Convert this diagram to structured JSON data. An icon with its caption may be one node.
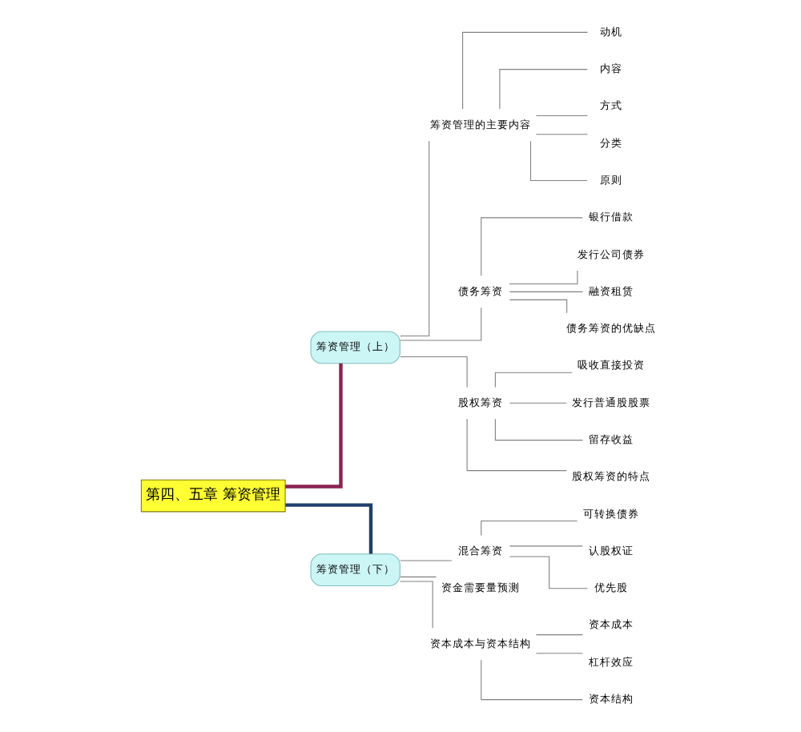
{
  "diagram": {
    "nodes": [
      {
        "text": [
          "第四、五章 筹资管理"
        ]
      },
      {
        "text": [
          "筹资管理（上）"
        ]
      },
      {
        "text": [
          "筹资管理的主要内容"
        ]
      },
      {
        "text": [
          "动机"
        ]
      },
      {
        "text": [
          "内容"
        ]
      },
      {
        "text": [
          "方式"
        ]
      },
      {
        "text": [
          "分类"
        ]
      },
      {
        "text": [
          "原则"
        ]
      },
      {
        "text": [
          "债务筹资"
        ]
      },
      {
        "text": [
          "银行借款"
        ]
      },
      {
        "text": [
          "发行公司债券"
        ]
      },
      {
        "text": [
          "融资租赁"
        ]
      },
      {
        "text": [
          "债务筹资的优缺点"
        ]
      },
      {
        "text": [
          "股权筹资"
        ]
      },
      {
        "text": [
          "吸收直接投资"
        ]
      },
      {
        "text": [
          "发行普通股股票"
        ]
      },
      {
        "text": [
          "留存收益"
        ]
      },
      {
        "text": [
          "股权筹资的特点"
        ]
      },
      {
        "text": [
          "筹资管理（下）"
        ]
      },
      {
        "text": [
          "混合筹资"
        ]
      },
      {
        "text": [
          "可转换债券"
        ]
      },
      {
        "text": [
          "认股权证"
        ]
      },
      {
        "text": [
          "优先股"
        ]
      },
      {
        "text": [
          "资金需要量预测"
        ]
      },
      {
        "text": [
          "资本成本与资本结构"
        ]
      },
      {
        "text": [
          "资本成本"
        ]
      },
      {
        "text": [
          "杠杆效应"
        ]
      },
      {
        "text": [
          "资本结构"
        ]
      }
    ],
    "edges": [
      {
        "from": 0,
        "to": 1,
        "arrow": "none",
        "style": "thick",
        "color": "#8b2252"
      },
      {
        "from": 1,
        "to": 2,
        "arrow": "none"
      },
      {
        "from": 2,
        "to": 3,
        "arrow": "none"
      },
      {
        "from": 2,
        "to": 4,
        "arrow": "none"
      },
      {
        "from": 2,
        "to": 5,
        "arrow": "none"
      },
      {
        "from": 2,
        "to": 6,
        "arrow": "none"
      },
      {
        "from": 2,
        "to": 7,
        "arrow": "none"
      },
      {
        "from": 1,
        "to": 8,
        "arrow": "none"
      },
      {
        "from": 8,
        "to": 9,
        "arrow": "none"
      },
      {
        "from": 8,
        "to": 10,
        "arrow": "none"
      },
      {
        "from": 8,
        "to": 11,
        "arrow": "none"
      },
      {
        "from": 8,
        "to": 12,
        "arrow": "none"
      },
      {
        "from": 1,
        "to": 13,
        "arrow": "none"
      },
      {
        "from": 13,
        "to": 14,
        "arrow": "none"
      },
      {
        "from": 13,
        "to": 15,
        "arrow": "none"
      },
      {
        "from": 13,
        "to": 16,
        "arrow": "none"
      },
      {
        "from": 13,
        "to": 17,
        "arrow": "none"
      },
      {
        "from": 0,
        "to": 18,
        "arrow": "none",
        "style": "thick",
        "color": "#1f3f6f"
      },
      {
        "from": 18,
        "to": 19,
        "arrow": "none"
      },
      {
        "from": 19,
        "to": 20,
        "arrow": "none"
      },
      {
        "from": 19,
        "to": 21,
        "arrow": "none"
      },
      {
        "from": 19,
        "to": 22,
        "arrow": "none"
      },
      {
        "from": 18,
        "to": 23,
        "arrow": "none"
      },
      {
        "from": 18,
        "to": 24,
        "arrow": "none"
      },
      {
        "from": 24,
        "to": 25,
        "arrow": "none"
      },
      {
        "from": 24,
        "to": 26,
        "arrow": "none"
      },
      {
        "from": 24,
        "to": 27,
        "arrow": "none"
      }
    ]
  }
}
